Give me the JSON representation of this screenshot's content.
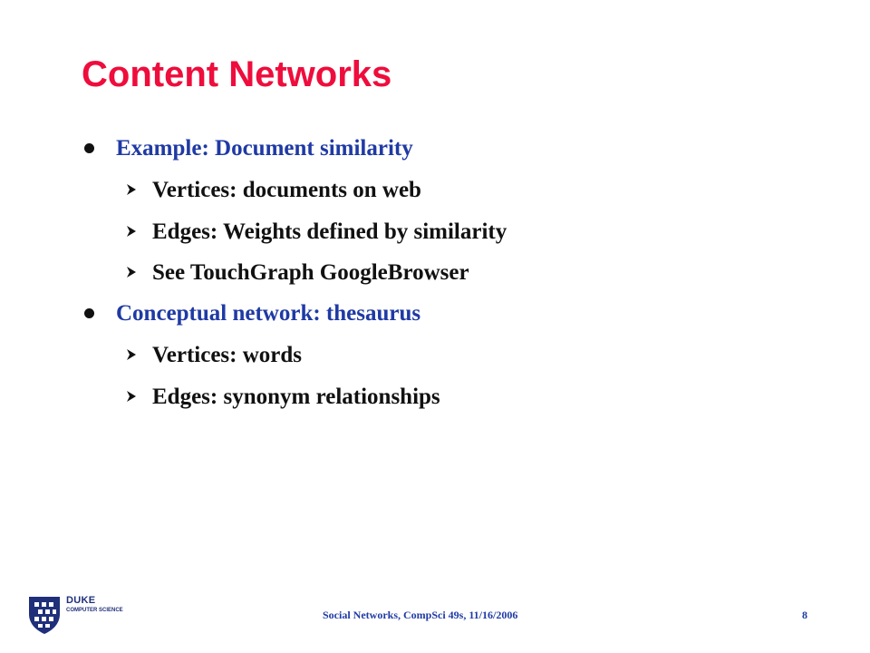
{
  "slide": {
    "title": "Content Networks",
    "items": [
      {
        "level": 1,
        "text": "Example: Document similarity"
      },
      {
        "level": 2,
        "text": "Vertices: documents on web"
      },
      {
        "level": 2,
        "text": "Edges: Weights defined by similarity"
      },
      {
        "level": 2,
        "text": "See TouchGraph GoogleBrowser"
      },
      {
        "level": 1,
        "text": "Conceptual network: thesaurus"
      },
      {
        "level": 2,
        "text": "Vertices: words"
      },
      {
        "level": 2,
        "text": "Edges: synonym relationships"
      }
    ]
  },
  "footer": {
    "text": "Social Networks, CompSci 49s, 11/16/2006",
    "page_number": "8"
  },
  "logo": {
    "name": "DUKE",
    "subtitle": "COMPUTER SCIENCE"
  },
  "colors": {
    "title": "#ee0d3c",
    "level1": "#1f3aa4",
    "level2": "#111111",
    "footer": "#1f3aa4"
  }
}
